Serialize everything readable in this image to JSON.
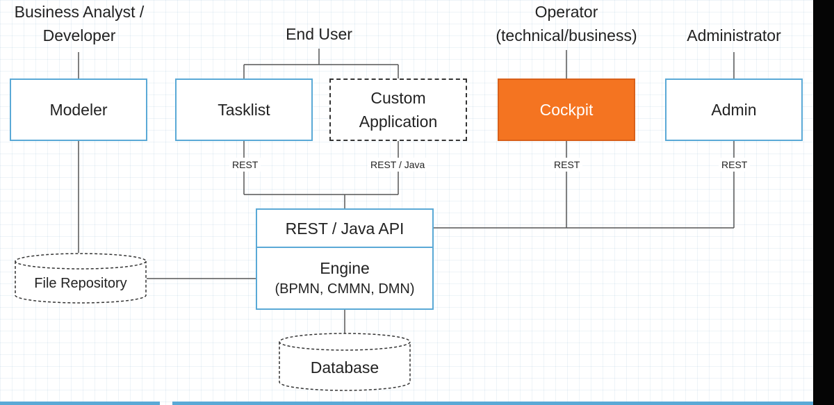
{
  "roles": {
    "business_analyst": "Business Analyst /",
    "developer": "Developer",
    "end_user": "End User",
    "operator": "Operator",
    "operator_sub": "(technical/business)",
    "administrator": "Administrator"
  },
  "components": {
    "modeler": "Modeler",
    "tasklist": "Tasklist",
    "custom_line1": "Custom",
    "custom_line2": "Application",
    "cockpit": "Cockpit",
    "admin": "Admin"
  },
  "connectors": {
    "tasklist_rest": "REST",
    "custom_rest": "REST / Java",
    "cockpit_rest": "REST",
    "admin_rest": "REST"
  },
  "api": "REST / Java API",
  "engine": {
    "title": "Engine",
    "subtitle": "(BPMN, CMMN, DMN)"
  },
  "storage": {
    "file_repository": "File Repository",
    "database": "Database"
  },
  "colors": {
    "box_border": "#5aa9d6",
    "accent": "#f47421",
    "line": "#555555"
  }
}
